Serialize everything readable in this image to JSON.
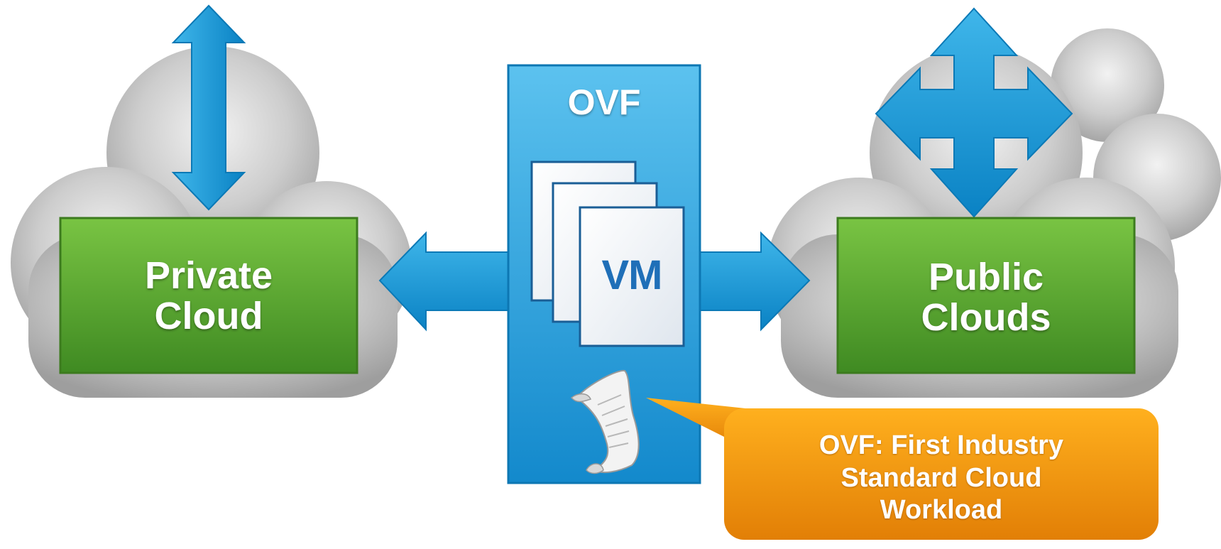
{
  "ovf_panel": {
    "title": "OVF",
    "vm_label": "VM"
  },
  "private_cloud": {
    "lines": [
      "Private",
      "Cloud"
    ]
  },
  "public_clouds": {
    "lines": [
      "Public",
      "Clouds"
    ]
  },
  "callout": {
    "lines": [
      "OVF: First Industry",
      "Standard Cloud",
      "Workload"
    ]
  },
  "colors": {
    "blue_arrow": "#1a9ad6",
    "ovf_panel": "#2a9fdc",
    "green_box": "#5aae2e",
    "orange_callout": "#f0920e",
    "cloud_gray": "#c9c9c9",
    "vm_text": "#1f6fb8"
  },
  "icons": {
    "scroll": "document-scroll-icon",
    "vm_pages": "vm-document-stack-icon"
  }
}
